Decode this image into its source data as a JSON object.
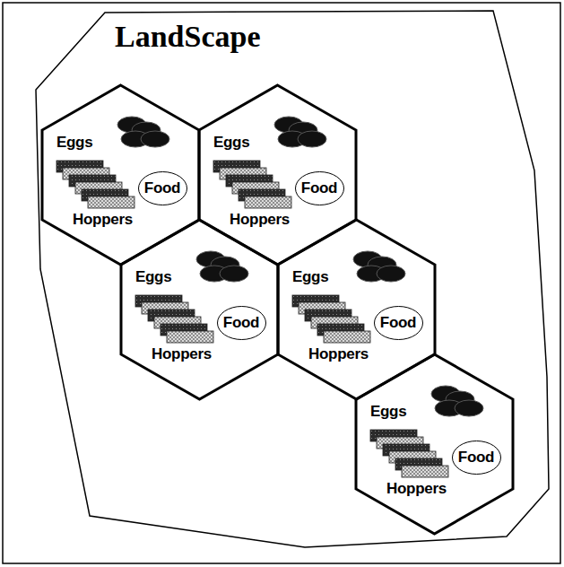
{
  "diagram": {
    "nodes": [
      {
        "text": [
          "LandScape"
        ]
      },
      {
        "text": [
          "Eggs",
          "Hoppers"
        ],
        "in": 0
      },
      {
        "text": [
          "Food"
        ],
        "in": 1
      },
      {
        "text": [
          "Eggs",
          "Hoppers"
        ],
        "in": 0
      },
      {
        "text": [
          "Food"
        ],
        "in": 3
      },
      {
        "text": [
          "Eggs",
          "Hoppers"
        ],
        "in": 0
      },
      {
        "text": [
          "Food"
        ],
        "in": 5
      },
      {
        "text": [
          "Eggs",
          "Hoppers"
        ],
        "in": 0
      },
      {
        "text": [
          "Food"
        ],
        "in": 7
      },
      {
        "text": [
          "Eggs",
          "Hoppers"
        ],
        "in": 0
      },
      {
        "text": [
          "Food"
        ],
        "in": 9
      }
    ]
  }
}
